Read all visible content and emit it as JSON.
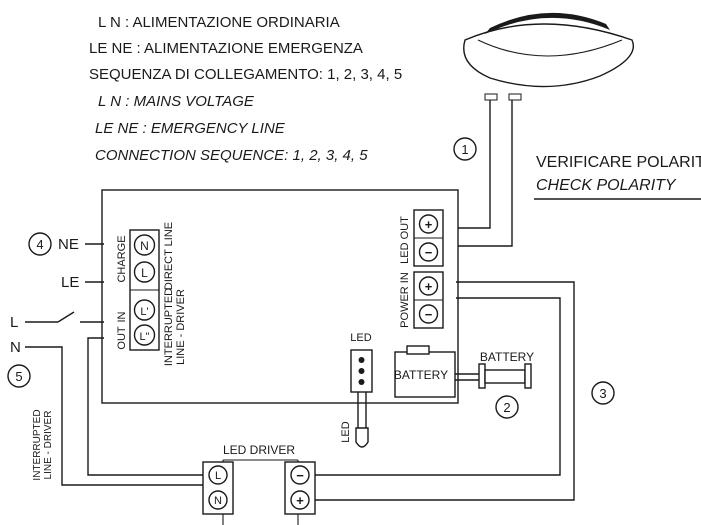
{
  "legend": {
    "line1": "L    N    : ALIMENTAZIONE ORDINARIA",
    "line2": "LE  NE  : ALIMENTAZIONE EMERGENZA",
    "line3": "SEQUENZA DI COLLEGAMENTO: 1, 2, 3, 4, 5",
    "line4": "L    N    : MAINS VOLTAGE",
    "line5": "LE  NE : EMERGENCY LINE",
    "line6": "CONNECTION SEQUENCE: 1, 2, 3, 4, 5"
  },
  "polarity": {
    "it": "VERIFICARE POLARITA'",
    "en": "CHECK POLARITY"
  },
  "steps": {
    "s1": "1",
    "s2": "2",
    "s3": "3",
    "s4": "4",
    "s5": "5"
  },
  "inputs": {
    "ne": "NE",
    "le": "LE",
    "l": "L",
    "n": "N"
  },
  "module": {
    "charge": "CHARGE",
    "direct_line": "DIRECT LINE",
    "in": "IN",
    "out": "OUT",
    "interrupted_1": "INTERRUPTED",
    "interrupted_2": "LINE - DRIVER",
    "led_out": "LED OUT",
    "power_in": "POWER IN",
    "led": "LED",
    "battery": "BATTERY"
  },
  "terminals": {
    "n": "N",
    "l": "L",
    "l_prime": "L'",
    "l_dprime": "L\"",
    "plus": "+",
    "minus": "−"
  },
  "external": {
    "battery": "BATTERY",
    "led": "LED",
    "led_driver": "LED DRIVER",
    "interrupted_1": "INTERRUPTED",
    "interrupted_2": "LINE - DRIVER"
  }
}
